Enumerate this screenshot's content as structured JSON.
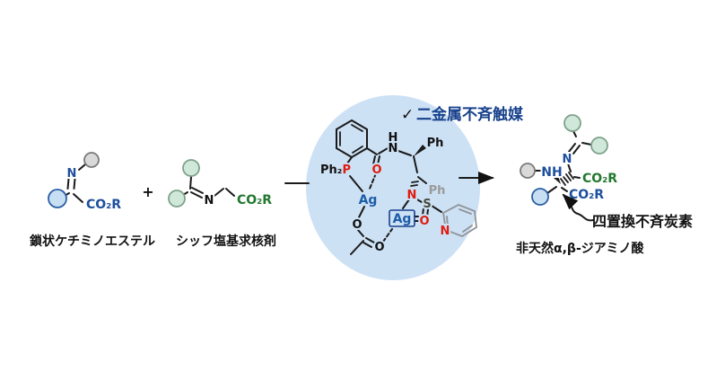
{
  "colors": {
    "catalyst_bubble": "#cde1f5",
    "blue_text": "#1d4f9e",
    "ag_blue": "#1d5ca8",
    "navy_annotation": "#17418c",
    "red_atom": "#e01b10",
    "green_text": "#23782f",
    "gray_ring": "#8e9398",
    "black": "#111111",
    "gray_circle_fill": "#d9d9d9",
    "blue_circle_fill": "#c8def2",
    "green_circle_fill": "#cfe8d9"
  },
  "reactant1": {
    "name_label": "鎖状ケチミノエステル",
    "n_atom": "N",
    "ester": "CO₂R"
  },
  "operators": {
    "plus": "+"
  },
  "reactant2": {
    "name_label": "シッフ塩基求核剤",
    "n_atom": "N",
    "ester": "CO₂R"
  },
  "catalyst": {
    "check": "✓",
    "annotation": "二金属不斉触媒",
    "ph2": "Ph₂",
    "p": "P",
    "amide_h": "H",
    "amide_n": "N",
    "amide_o": "O",
    "ph_wedge": "Ph",
    "ph_back": "Ph",
    "ag1": "Ag",
    "ag2": "Ag",
    "acetate_o1": "O",
    "acetate_o2": "O",
    "sulfon_n": "N",
    "s_atom": "S",
    "sulfon_o": "O",
    "pyridine_n": "N"
  },
  "product": {
    "name_label": "非天然α,β-ジアミノ酸",
    "stereo_label": "四置換不斉炭素",
    "imine_n": "N",
    "nh": "NH",
    "ester_top": "CO₂R",
    "ester_bottom": "CO₂R"
  }
}
